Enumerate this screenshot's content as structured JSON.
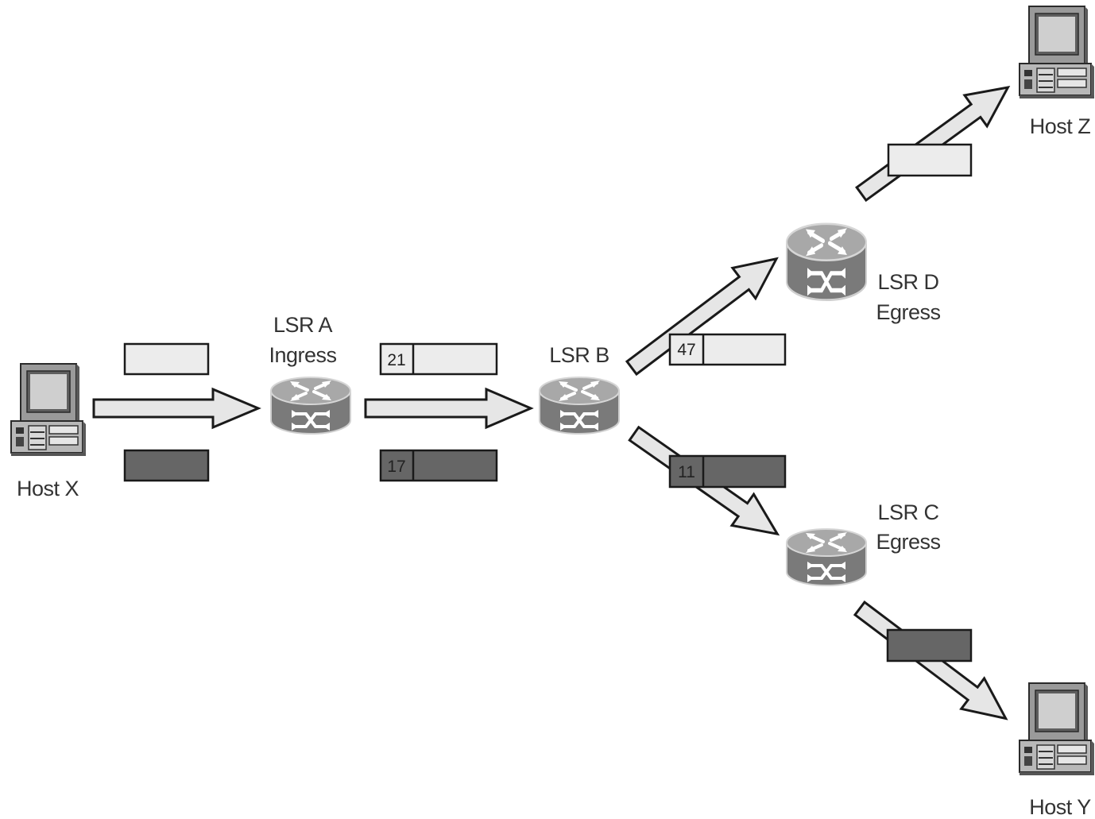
{
  "nodes": {
    "host_x": {
      "label": "Host X"
    },
    "host_y": {
      "label": "Host Y"
    },
    "host_z": {
      "label": "Host Z"
    },
    "lsr_a": {
      "name": "LSR A",
      "role": "Ingress"
    },
    "lsr_b": {
      "name": "LSR B"
    },
    "lsr_c": {
      "name": "LSR C",
      "role": "Egress"
    },
    "lsr_d": {
      "name": "LSR D",
      "role": "Egress"
    }
  },
  "labels": {
    "a_to_b_top": "21",
    "a_to_b_bottom": "17",
    "b_to_d": "47",
    "b_to_c": "11"
  },
  "colors": {
    "light_packet": "#ececec",
    "dark_packet": "#666666",
    "arrow_fill": "#e6e6e6"
  }
}
